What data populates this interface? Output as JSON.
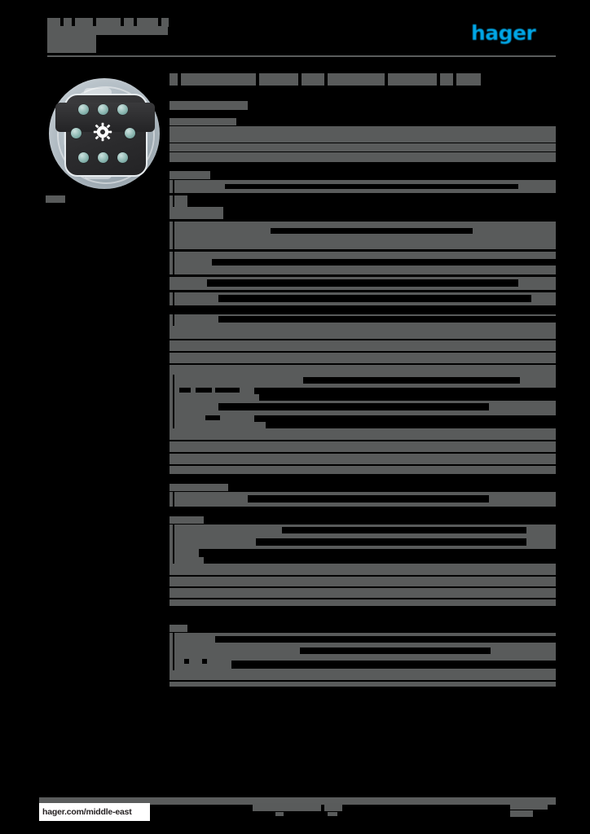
{
  "document": {
    "brand": "hager",
    "brand_color": "#00a7e7",
    "page_background": "#000000",
    "redaction_color": "#595b5b",
    "title_redacted": true,
    "subtitle_redacted": true
  },
  "header": {
    "title": "",
    "subtitle": "",
    "logo_text": "hager"
  },
  "product": {
    "caption": "",
    "image_alt": "flush-mounted round socket insert"
  },
  "main": {
    "heading": "",
    "subheading": "",
    "sections": [
      {
        "heading": "",
        "rows": [
          {
            "label": "",
            "value": ""
          },
          {
            "label": "",
            "value": ""
          },
          {
            "label": "",
            "value": ""
          }
        ]
      },
      {
        "heading": "",
        "rows": [
          {
            "label": "",
            "value": ""
          },
          {
            "label": "",
            "value": ""
          },
          {
            "label": "",
            "value": ""
          },
          {
            "label": "",
            "value": ""
          }
        ]
      },
      {
        "heading": "",
        "rows": [
          {
            "label": "",
            "value": ""
          },
          {
            "label": "",
            "value": ""
          },
          {
            "label": "",
            "value": ""
          }
        ]
      },
      {
        "heading": "",
        "rows": [
          {
            "label": "",
            "value": ""
          },
          {
            "label": "",
            "value": ""
          }
        ]
      }
    ]
  },
  "footer": {
    "url": "hager.com/middle-east",
    "center_text": "",
    "page_number": ""
  }
}
